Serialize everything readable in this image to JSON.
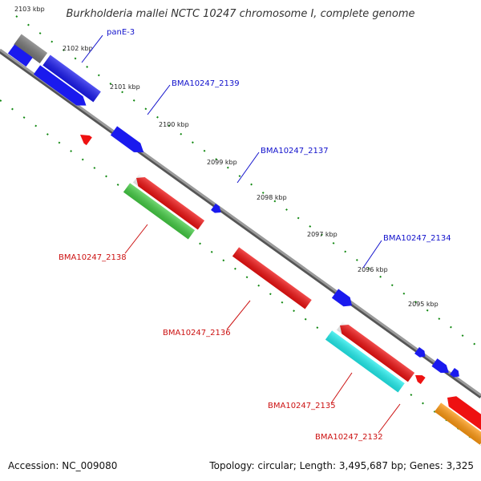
{
  "title": "Burkholderia mallei NCTC 10247 chromosome I, complete genome",
  "footer": {
    "accession": "Accession: NC_009080",
    "summary": "Topology: circular; Length: 3,495,687 bp; Genes: 3,325"
  },
  "colors": {
    "blue": "#1a1aee",
    "red": "#ee1111",
    "green": "#44cc44",
    "cyan": "#22eeee",
    "orange": "#ff9911",
    "gray": "#777777",
    "backbone": "#888888",
    "tick": "#118811",
    "label_blue": "#1111cc",
    "label_red": "#cc1111"
  },
  "ticks": [
    "2103 kbp",
    "2102 kbp",
    "2101 kbp",
    "2100 kbp",
    "2099 kbp",
    "2098 kbp",
    "2097 kbp",
    "2096 kbp",
    "2095 kbp"
  ],
  "gene_labels": [
    {
      "text": "panE-3",
      "strand": "forward"
    },
    {
      "text": "BMA10247_2139",
      "strand": "forward"
    },
    {
      "text": "BMA10247_2137",
      "strand": "forward"
    },
    {
      "text": "BMA10247_2134",
      "strand": "forward"
    },
    {
      "text": "BMA10247_2138",
      "strand": "reverse"
    },
    {
      "text": "BMA10247_2136",
      "strand": "reverse"
    },
    {
      "text": "BMA10247_2135",
      "strand": "reverse"
    },
    {
      "text": "BMA10247_2132",
      "strand": "reverse"
    }
  ]
}
